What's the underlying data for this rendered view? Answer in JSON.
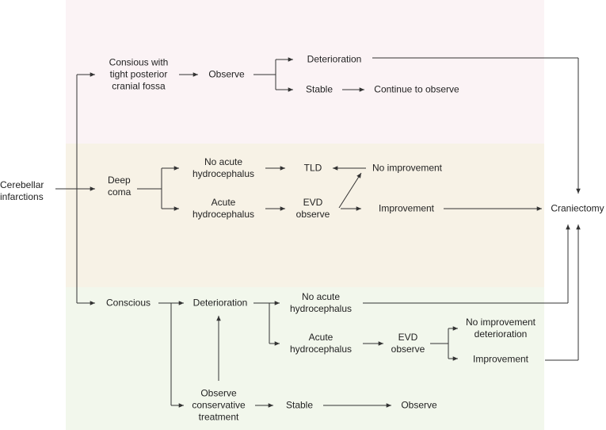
{
  "nodes": {
    "root": "Cerebellar\ninfarctions",
    "top": {
      "condition": "Consious with\ntight posterior\ncranial fossa",
      "observe": "Observe",
      "deterioration": "Deterioration",
      "stable": "Stable",
      "continue": "Continue to observe"
    },
    "middle": {
      "deep_coma": "Deep\ncoma",
      "no_acute_hydro": "No acute\nhydrocephalus",
      "acute_hydro": "Acute\nhydrocephalus",
      "tld": "TLD",
      "evd_observe": "EVD\nobserve",
      "no_improvement": "No improvement",
      "improvement": "Improvement"
    },
    "outcome": "Craniectomy",
    "bottom": {
      "conscious": "Conscious",
      "deterioration": "Deterioration",
      "observe_conservative": "Observe\nconservative\ntreatment",
      "stable": "Stable",
      "observe": "Observe",
      "no_acute_hydro": "No acute\nhydrocephalus",
      "acute_hydro": "Acute\nhydrocephalus",
      "evd_observe": "EVD\nobserve",
      "no_improvement_det": "No improvement\ndeterioration",
      "improvement": "Improvement"
    }
  }
}
